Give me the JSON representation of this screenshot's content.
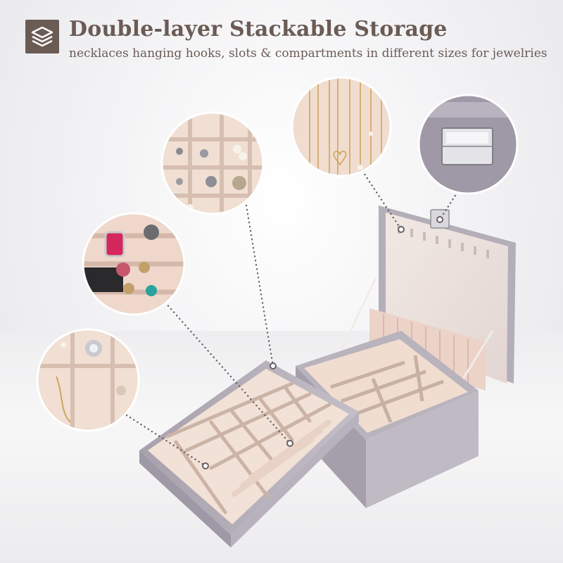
{
  "header": {
    "title": "Double-layer Stackable Storage",
    "subtitle": "necklaces hanging hooks, slots & compartments in different sizes for jewelries",
    "logo_icon": "stacked-layers-icon"
  },
  "callouts": [
    {
      "name": "ring-slots",
      "icon": "ring-icon"
    },
    {
      "name": "small-compartments",
      "icon": "earring-icon"
    },
    {
      "name": "necklace-hooks",
      "icon": "necklace-icon"
    },
    {
      "name": "lock-clasp",
      "icon": "lock-icon"
    },
    {
      "name": "large-compartments",
      "icon": "brooch-icon"
    }
  ],
  "colors": {
    "brand_text": "#6b5b55",
    "box_lavender": "#b4aeb8",
    "lining_cream": "#f2e1d6",
    "callout_dots": "#6a6066"
  }
}
